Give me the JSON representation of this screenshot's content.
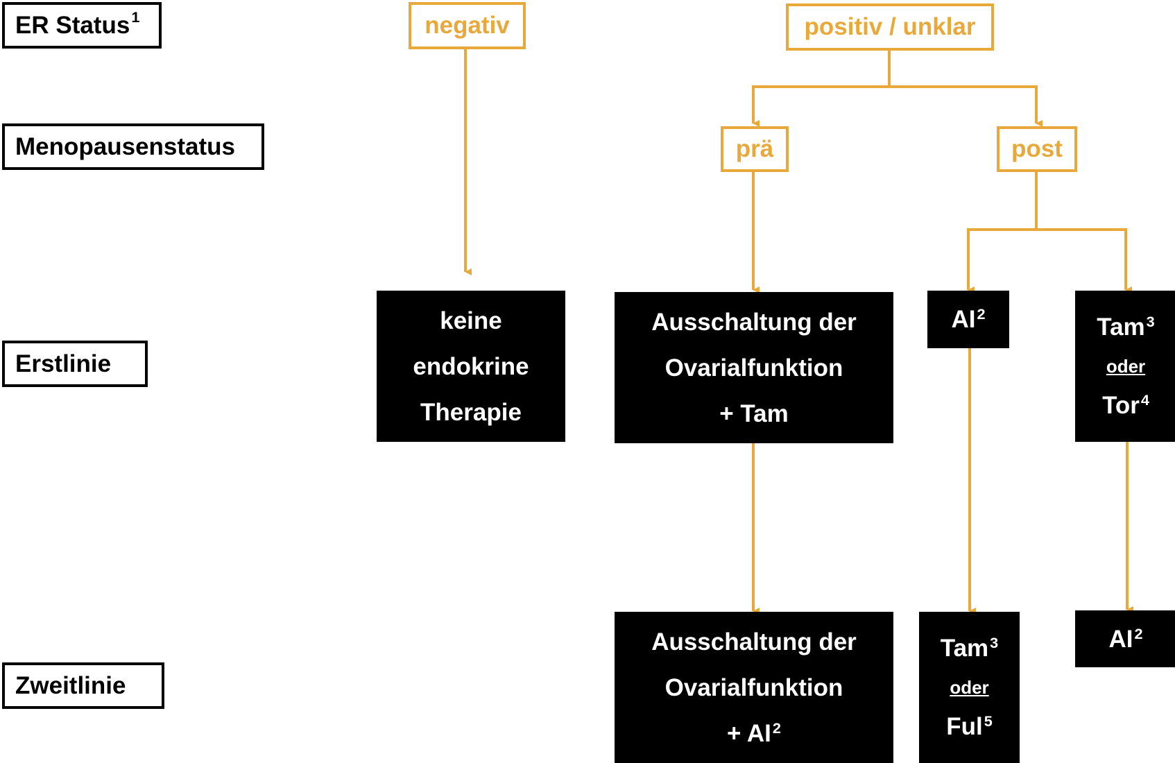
{
  "row_labels": {
    "er_status": "ER Status",
    "er_status_sup": "1",
    "menopause": "Menopausenstatus",
    "first_line": "Erstlinie",
    "second_line": "Zweitlinie"
  },
  "er_nodes": {
    "negative": "negativ",
    "positive": "positiv / unklar"
  },
  "menopause_nodes": {
    "pre": "prä",
    "post": "post"
  },
  "first_line": {
    "none": [
      "keine",
      "endokrine",
      "Therapie"
    ],
    "ovarian_tam": [
      "Ausschaltung der",
      "Ovarialfunktion",
      "+ Tam"
    ],
    "ai": {
      "text": "AI",
      "sup": "2"
    },
    "tam_or_tor": {
      "first": {
        "text": "Tam",
        "sup": "3"
      },
      "connector": "oder",
      "second": {
        "text": "Tor",
        "sup": "4"
      }
    }
  },
  "second_line": {
    "ovarian_ai": {
      "lines": [
        "Ausschaltung der",
        "Ovarialfunktion"
      ],
      "last": {
        "text": "+ AI",
        "sup": "2"
      }
    },
    "tam_or_ful": {
      "first": {
        "text": "Tam",
        "sup": "3"
      },
      "connector": "oder",
      "second": {
        "text": "Ful",
        "sup": "5"
      }
    },
    "ai": {
      "text": "AI",
      "sup": "2"
    }
  },
  "colors": {
    "accent": "#E8A93A",
    "box": "#000000",
    "text_on_box": "#FFFFFF"
  }
}
